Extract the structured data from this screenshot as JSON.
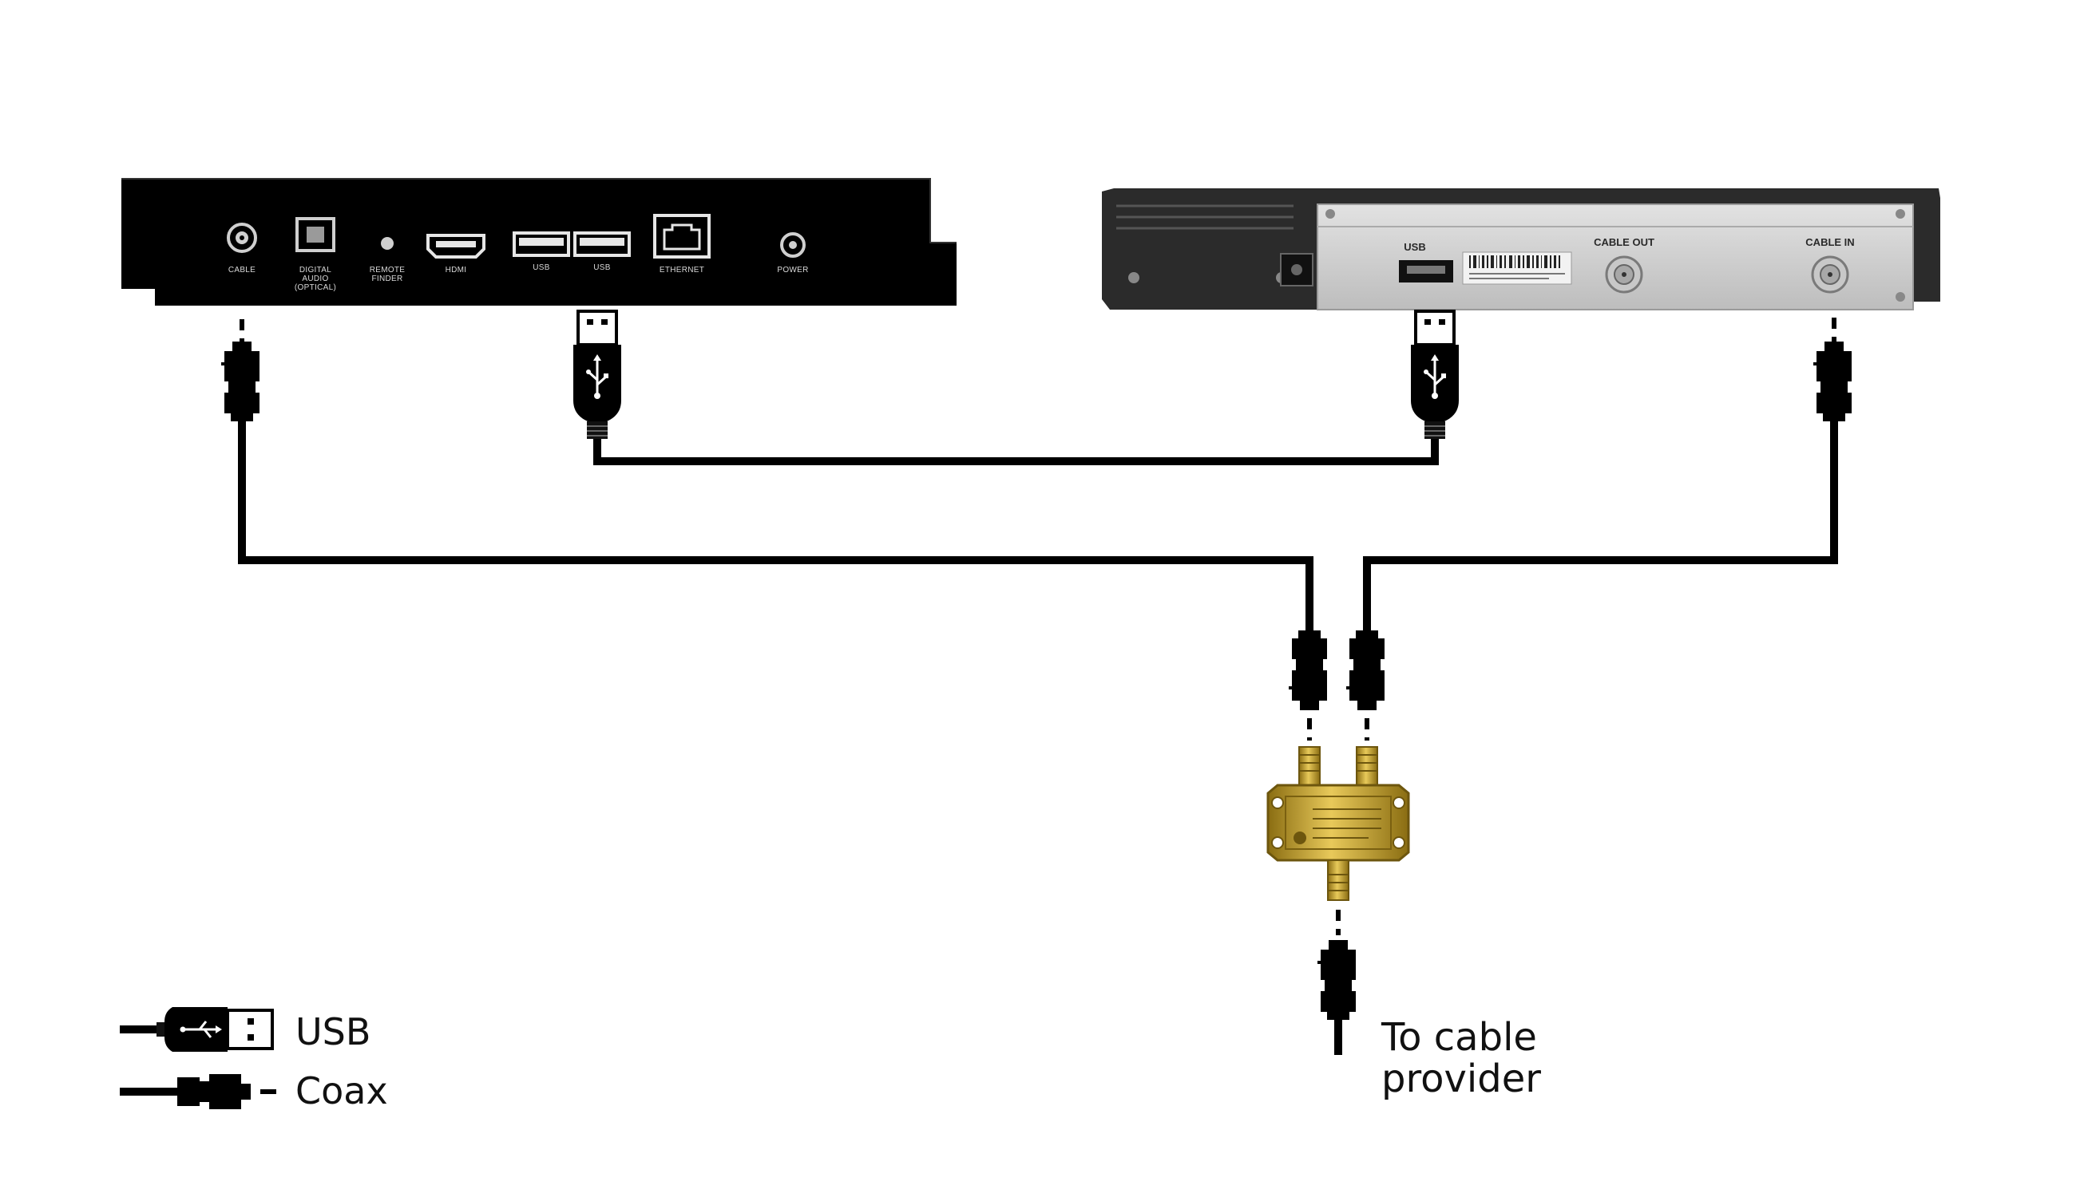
{
  "tv_panel": {
    "ports": [
      {
        "id": "cable",
        "label": "CABLE"
      },
      {
        "id": "digital-audio",
        "label": "DIGITAL",
        "label2": "AUDIO",
        "label3": "(OPTICAL)"
      },
      {
        "id": "remote-finder",
        "label": "REMOTE",
        "label2": "FINDER"
      },
      {
        "id": "hdmi",
        "label": "HDMI"
      },
      {
        "id": "usb1",
        "label": "USB"
      },
      {
        "id": "usb2",
        "label": "USB"
      },
      {
        "id": "ethernet",
        "label": "ETHERNET"
      },
      {
        "id": "power",
        "label": "POWER"
      }
    ]
  },
  "box_panel": {
    "usb_label": "USB",
    "cable_out_label": "CABLE OUT",
    "cable_in_label": "CABLE IN"
  },
  "legend": {
    "usb_label": "USB",
    "coax_label": "Coax"
  },
  "caption": {
    "line1": "To cable",
    "line2": "provider"
  },
  "colors": {
    "cable": "#000000",
    "splitter_gold": "#c9a227",
    "tv_panel": "#000000",
    "box_panel": "#d4d4d4"
  }
}
